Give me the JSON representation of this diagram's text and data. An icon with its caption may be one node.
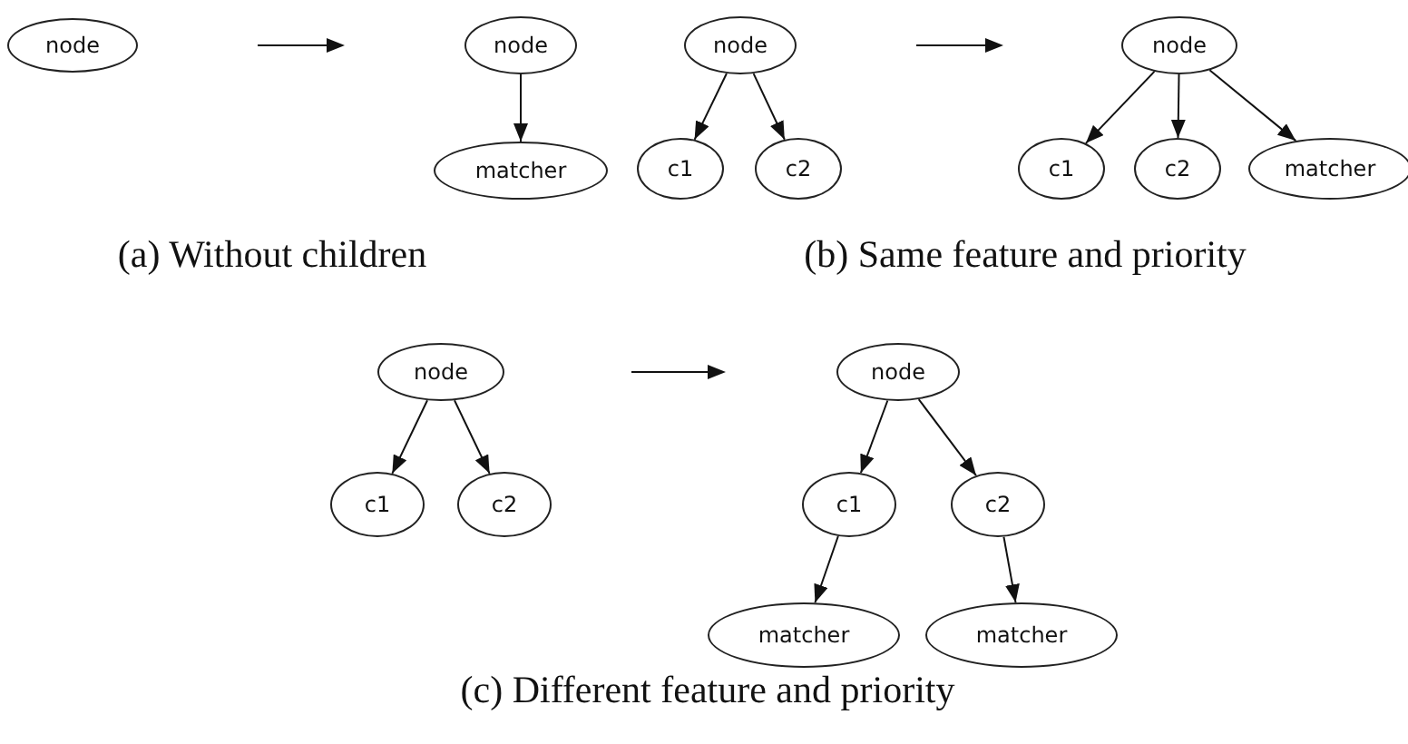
{
  "diagram": {
    "nodes": [
      {
        "text": [
          "node"
        ]
      },
      {
        "text": [
          "node"
        ]
      },
      {
        "text": [
          "matcher"
        ]
      },
      {
        "text": [
          "node"
        ]
      },
      {
        "text": [
          "c1"
        ]
      },
      {
        "text": [
          "c2"
        ]
      },
      {
        "text": [
          "node"
        ]
      },
      {
        "text": [
          "c1"
        ]
      },
      {
        "text": [
          "c2"
        ]
      },
      {
        "text": [
          "matcher"
        ]
      },
      {
        "text": [
          "node"
        ]
      },
      {
        "text": [
          "c1"
        ]
      },
      {
        "text": [
          "c2"
        ]
      },
      {
        "text": [
          "node"
        ]
      },
      {
        "text": [
          "c1"
        ]
      },
      {
        "text": [
          "c2"
        ]
      },
      {
        "text": [
          "matcher"
        ]
      },
      {
        "text": [
          "matcher"
        ]
      }
    ],
    "edges": [
      {
        "from": 1,
        "to": 2,
        "arrow": "to"
      },
      {
        "from": 3,
        "to": 4,
        "arrow": "to"
      },
      {
        "from": 3,
        "to": 5,
        "arrow": "to"
      },
      {
        "from": 6,
        "to": 7,
        "arrow": "to"
      },
      {
        "from": 6,
        "to": 8,
        "arrow": "to"
      },
      {
        "from": 6,
        "to": 9,
        "arrow": "to"
      },
      {
        "from": 10,
        "to": 11,
        "arrow": "to"
      },
      {
        "from": 10,
        "to": 12,
        "arrow": "to"
      },
      {
        "from": 13,
        "to": 14,
        "arrow": "to"
      },
      {
        "from": 13,
        "to": 15,
        "arrow": "to"
      },
      {
        "from": 14,
        "to": 16,
        "arrow": "to"
      },
      {
        "from": 15,
        "to": 17,
        "arrow": "to"
      }
    ],
    "labels": [
      "(a) Without children",
      "(b) Same feature and priority",
      "(c) Different feature and priority"
    ]
  }
}
